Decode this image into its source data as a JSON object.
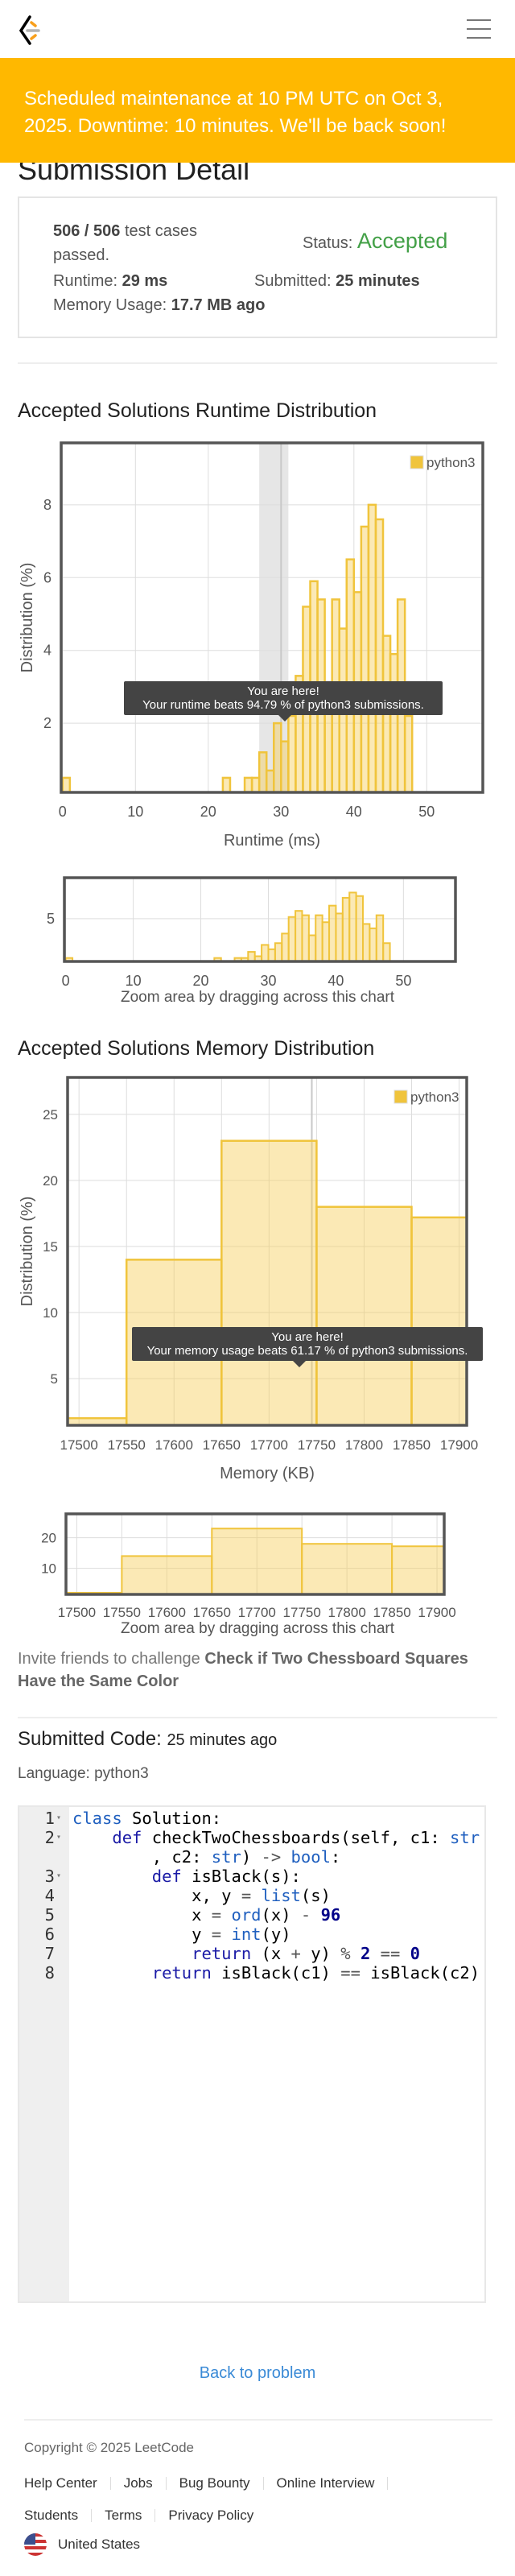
{
  "header": {
    "logo_icon": "leetcode-logo",
    "menu_icon": "hamburger-icon"
  },
  "banner": {
    "text": "Scheduled maintenance at 10 PM UTC on Oct 3, 2025. Downtime: 10 minutes. We'll be back soon!"
  },
  "detail": {
    "title": "Submission Detail",
    "passed_count": "506 / 506",
    "passed_suffix": " test cases",
    "passed_line2": "passed.",
    "status_label": "Status: ",
    "status_value": "Accepted",
    "runtime_label": "Runtime: ",
    "runtime_value": "29 ms",
    "submitted_label": "Submitted: ",
    "submitted_value": "25 minutes",
    "memory_label": "Memory Usage: ",
    "memory_value": "17.7 MB ago",
    "accent_color": "#43a047"
  },
  "runtime_section": {
    "heading": "Accepted Solutions Runtime Distribution",
    "zoom_caption": "Zoom area by dragging across this chart"
  },
  "memory_section": {
    "heading": "Accepted Solutions Memory Distribution",
    "zoom_caption": "Zoom area by dragging across this chart"
  },
  "chart_data": [
    {
      "type": "bar",
      "title": "Accepted Solutions Runtime Distribution",
      "xlabel": "Runtime (ms)",
      "ylabel": "Distribution (%)",
      "legend": "python3",
      "legend_position": "top-right",
      "xlim": [
        -0.2,
        57.7
      ],
      "ylim": [
        0.1,
        9.7
      ],
      "xticks": [
        0,
        10,
        20,
        30,
        40,
        50
      ],
      "yticks": [
        2,
        4,
        6,
        8
      ],
      "bin_width": 1,
      "x": [
        0,
        20,
        22,
        24,
        25,
        26,
        27,
        28,
        29,
        30,
        31,
        32,
        33,
        34,
        35,
        36,
        37,
        38,
        39,
        40,
        41,
        42,
        43,
        44,
        45,
        46,
        47
      ],
      "values": [
        0.5,
        0.1,
        0.5,
        0.1,
        0.5,
        0.5,
        1.2,
        0.7,
        2.0,
        1.5,
        2.2,
        3.3,
        5.2,
        5.9,
        5.4,
        3.1,
        5.4,
        4.6,
        6.5,
        5.6,
        7.4,
        8.0,
        7.6,
        4.4,
        3.9,
        5.4,
        2.2
      ],
      "highlight_range": [
        27,
        31
      ],
      "marker_x": 30,
      "tooltip_title": "You are here!",
      "tooltip_text": "Your runtime beats 94.79 % of python3 submissions.",
      "mini_yticks": [
        5
      ],
      "grid": true,
      "bar_color": "#f0c43c"
    },
    {
      "type": "bar",
      "title": "Accepted Solutions Memory Distribution",
      "xlabel": "Memory (KB)",
      "ylabel": "Distribution (%)",
      "legend": "python3",
      "legend_position": "top-right",
      "xlim": [
        17488,
        17908
      ],
      "ylim": [
        1.46,
        27.8
      ],
      "xticks": [
        17500,
        17550,
        17600,
        17650,
        17700,
        17750,
        17800,
        17850,
        17900
      ],
      "yticks": [
        5,
        10,
        15,
        20,
        25
      ],
      "bins": [
        [
          17488,
          17550
        ],
        [
          17550,
          17650
        ],
        [
          17650,
          17750
        ],
        [
          17750,
          17850
        ],
        [
          17850,
          17908
        ]
      ],
      "values": [
        2,
        14,
        23,
        18,
        17.2
      ],
      "marker_x": 17745,
      "tooltip_title": "You are here!",
      "tooltip_text": "Your memory usage beats 61.17 % of python3 submissions.",
      "mini_yticks": [
        10,
        20
      ],
      "grid": true,
      "bar_color": "#f0c43c"
    }
  ],
  "invite": {
    "prefix": "Invite friends to challenge ",
    "problem": "Check if Two Chessboard Squares Have the Same Color"
  },
  "code_section": {
    "heading": "Submitted Code: ",
    "time": "25 minutes ago",
    "language": "Language: python3",
    "lines": [
      {
        "n": "1",
        "fold": true,
        "tokens": [
          [
            "class",
            "kc"
          ],
          [
            " Solution:",
            ""
          ]
        ]
      },
      {
        "n": "2",
        "fold": true,
        "tokens": [
          [
            "    ",
            ""
          ],
          [
            "def",
            "kw"
          ],
          [
            " checkTwoChessboards(self, c1: ",
            ""
          ],
          [
            "str",
            "ty"
          ]
        ]
      },
      {
        "n": "",
        "fold": false,
        "tokens": [
          [
            "        , c2: ",
            ""
          ],
          [
            "str",
            "ty"
          ],
          [
            ") ",
            ""
          ],
          [
            "->",
            "op"
          ],
          [
            " ",
            ""
          ],
          [
            "bool",
            "ty"
          ],
          [
            ":",
            ""
          ]
        ]
      },
      {
        "n": "3",
        "fold": true,
        "tokens": [
          [
            "        ",
            ""
          ],
          [
            "def",
            "kw"
          ],
          [
            " isBlack(s):",
            ""
          ]
        ]
      },
      {
        "n": "4",
        "fold": false,
        "tokens": [
          [
            "            x, y ",
            ""
          ],
          [
            "=",
            "op"
          ],
          [
            " ",
            ""
          ],
          [
            "list",
            "bi"
          ],
          [
            "(s)",
            ""
          ]
        ]
      },
      {
        "n": "5",
        "fold": false,
        "tokens": [
          [
            "            x ",
            ""
          ],
          [
            "=",
            "op"
          ],
          [
            " ",
            ""
          ],
          [
            "ord",
            "bi"
          ],
          [
            "(x) ",
            ""
          ],
          [
            "-",
            "op"
          ],
          [
            " ",
            ""
          ],
          [
            "96",
            "num"
          ]
        ]
      },
      {
        "n": "6",
        "fold": false,
        "tokens": [
          [
            "            y ",
            ""
          ],
          [
            "=",
            "op"
          ],
          [
            " ",
            ""
          ],
          [
            "int",
            "bi"
          ],
          [
            "(y)",
            ""
          ]
        ]
      },
      {
        "n": "7",
        "fold": false,
        "tokens": [
          [
            "            ",
            ""
          ],
          [
            "return",
            "kw"
          ],
          [
            " (x ",
            ""
          ],
          [
            "+",
            "op"
          ],
          [
            " y) ",
            ""
          ],
          [
            "%",
            "op"
          ],
          [
            " ",
            ""
          ],
          [
            "2",
            "num"
          ],
          [
            " ",
            ""
          ],
          [
            "==",
            "op"
          ],
          [
            " ",
            ""
          ],
          [
            "0",
            "num"
          ]
        ]
      },
      {
        "n": "8",
        "fold": false,
        "tokens": [
          [
            "        ",
            ""
          ],
          [
            "return",
            "kw"
          ],
          [
            " isBlack(c1) ",
            ""
          ],
          [
            "==",
            "op"
          ],
          [
            " isBlack(c2)",
            ""
          ]
        ]
      }
    ]
  },
  "back_link": "Back to problem",
  "footer": {
    "copyright": "Copyright © 2025 LeetCode",
    "links_row1": [
      "Help Center",
      "Jobs",
      "Bug Bounty",
      "Online Interview"
    ],
    "links_row2": [
      "Students",
      "Terms",
      "Privacy Policy"
    ],
    "country": "United States",
    "country_icon": "us-flag-icon"
  }
}
